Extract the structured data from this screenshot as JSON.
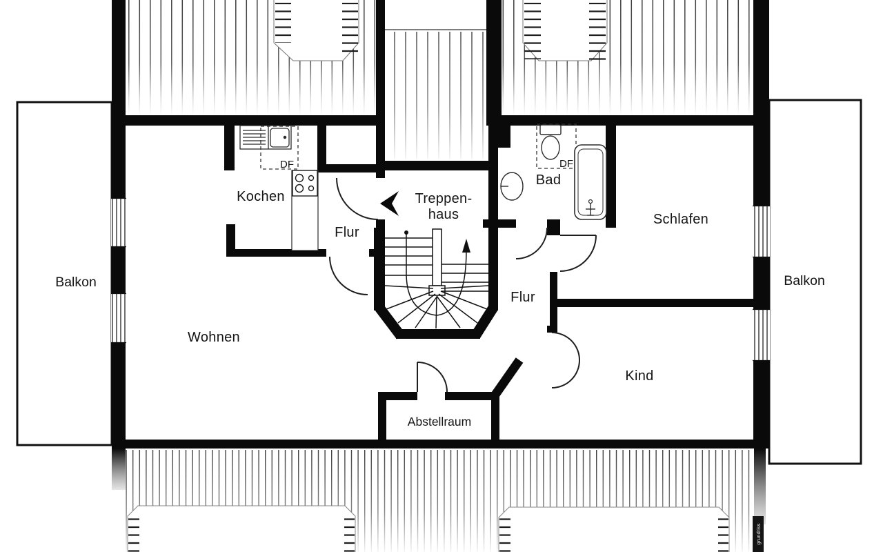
{
  "floorplan": {
    "rooms": {
      "balkon_left": "Balkon",
      "wohnen": "Wohnen",
      "kochen": "Kochen",
      "flur_top": "Flur",
      "treppenhaus_line1": "Treppen-",
      "treppenhaus_line2": "haus",
      "bad": "Bad",
      "schlafen": "Schlafen",
      "flur_mid": "Flur",
      "kind": "Kind",
      "abstellraum": "Abstellraum",
      "balkon_right": "Balkon"
    },
    "roof_windows": {
      "kitchen_df": "DF",
      "bad_df": "DF"
    },
    "watermark": "grundriss",
    "colors": {
      "walls": "#0a0a0a",
      "background": "#ffffff",
      "roof_hatch": "#3d3d3d"
    }
  }
}
